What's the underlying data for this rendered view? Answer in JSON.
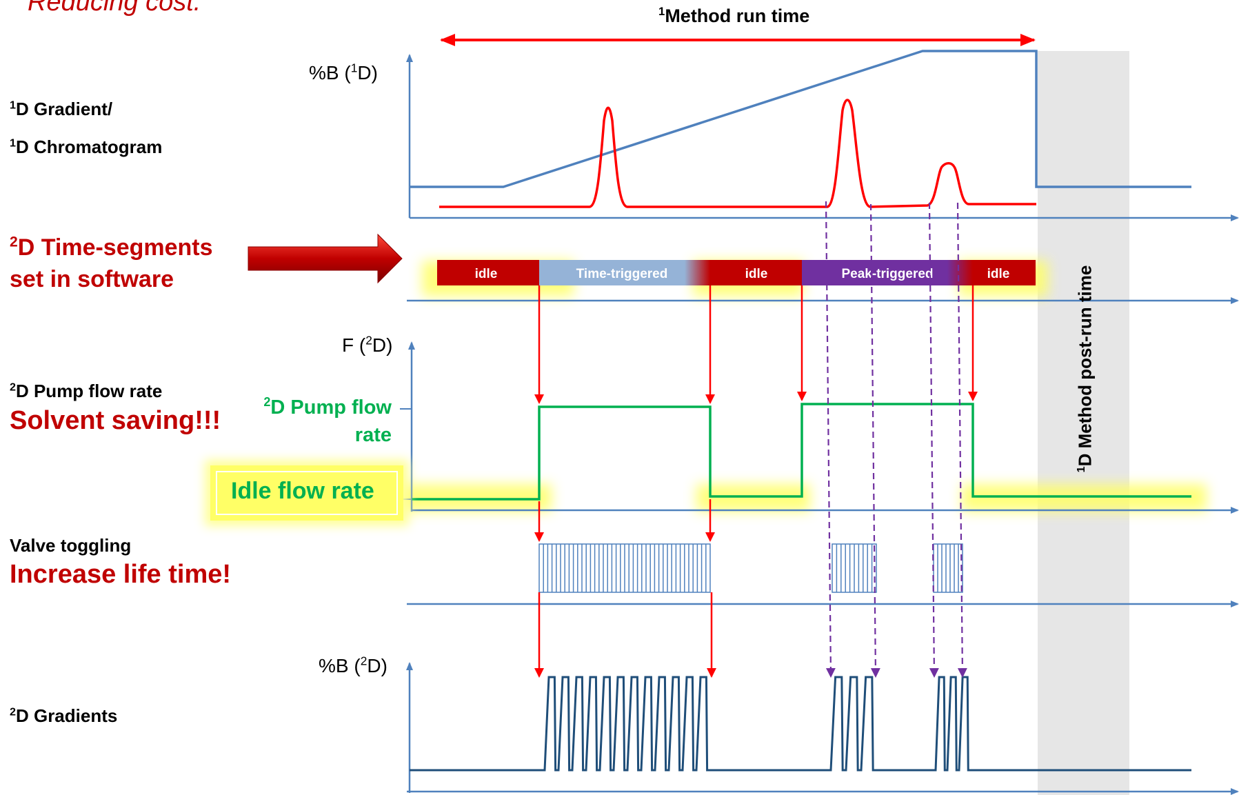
{
  "header": {
    "top_caption": "Reducing cost.",
    "run_time_label": "Method run time",
    "run_time_sup": "1",
    "post_run_label": "D Method post-run time",
    "post_run_sup": "1"
  },
  "rows": {
    "gradient_line1": {
      "sup": "1",
      "text": "D Gradient/"
    },
    "gradient_line2": {
      "sup": "1",
      "text": "D Chromatogram"
    },
    "segments_line1": {
      "sup": "2",
      "text": "D Time-segments"
    },
    "segments_line2": "set in software",
    "pump_label": {
      "sup": "2",
      "text": "D Pump flow rate"
    },
    "pump_benefit": "Solvent saving!!!",
    "valve_label": "Valve toggling",
    "valve_benefit": "Increase life time!",
    "gradients_label": {
      "sup": "2",
      "text": "D Gradients"
    }
  },
  "axes": {
    "top": {
      "prefix": "%B (",
      "sup": "1",
      "suffix": "D)"
    },
    "flow": {
      "prefix": "F (",
      "sup": "2",
      "suffix": "D)"
    },
    "bottom": {
      "prefix": "%B (",
      "sup": "2",
      "suffix": "D)"
    }
  },
  "flow_levels": {
    "high_line1_sup": "2",
    "high_line1": "D Pump flow",
    "high_line2": "rate",
    "idle": "Idle flow rate"
  },
  "segments": [
    {
      "label": "idle",
      "type": "idle",
      "color": "#c00000"
    },
    {
      "label": "Time-triggered",
      "type": "time",
      "color": "#95b3d7"
    },
    {
      "label": "idle",
      "type": "idle",
      "color": "#c00000"
    },
    {
      "label": "Peak-triggered",
      "type": "peak",
      "color": "#7030a0"
    },
    {
      "label": "idle",
      "type": "idle",
      "color": "#c00000"
    }
  ],
  "colors": {
    "axis": "#4f81bd",
    "chromatogram": "#ff0000",
    "flow": "#00b050",
    "peak_trigger": "#7030a0",
    "highlight": "#ffff66",
    "post_run_band": "#e6e6e6",
    "accent_red": "#c00000"
  },
  "icons": {
    "pointer_arrow": "right-arrow-icon",
    "double_arrow": "double-headed-arrow-icon"
  }
}
